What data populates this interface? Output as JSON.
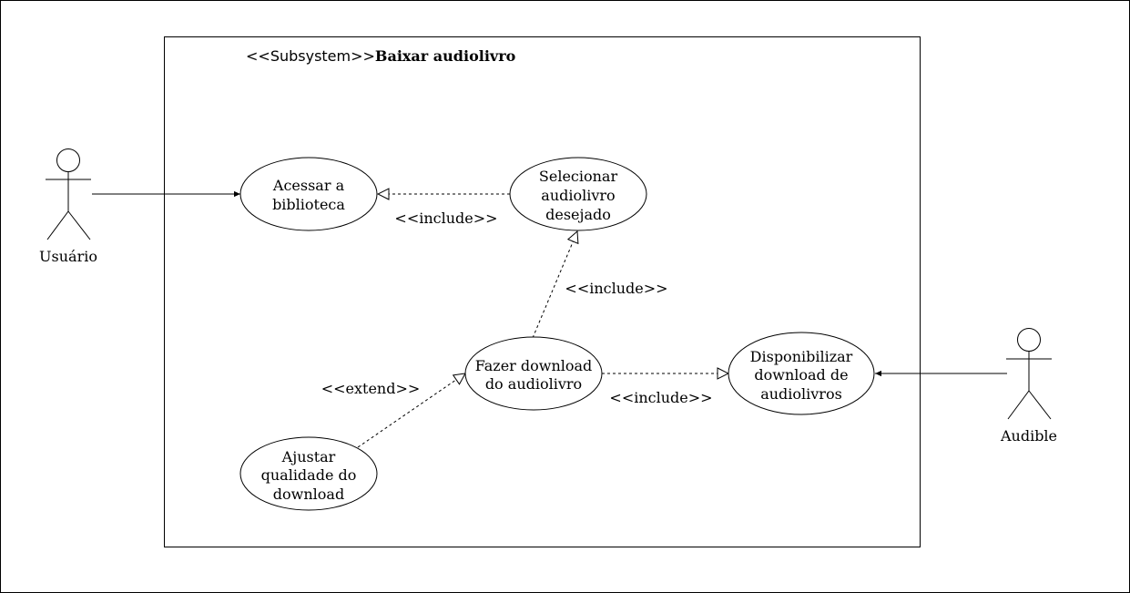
{
  "subsystem": {
    "stereotype": "<<Subsystem>>",
    "name": "Baixar audiolivro"
  },
  "actors": {
    "usuario": "Usuário",
    "audible": "Audible"
  },
  "use_cases": {
    "acessar": [
      "Acessar a",
      "biblioteca"
    ],
    "selecionar": [
      "Selecionar",
      "audiolivro",
      "desejado"
    ],
    "fazer": [
      "Fazer download",
      "do audiolivro"
    ],
    "ajustar": [
      "Ajustar",
      "qualidade do",
      "download"
    ],
    "disponibilizar": [
      "Disponibilizar",
      "download de",
      "audiolivros"
    ]
  },
  "relations": {
    "include_1": "<<include>>",
    "include_2": "<<include>>",
    "include_3": "<<include>>",
    "extend_1": "<<extend>>"
  }
}
